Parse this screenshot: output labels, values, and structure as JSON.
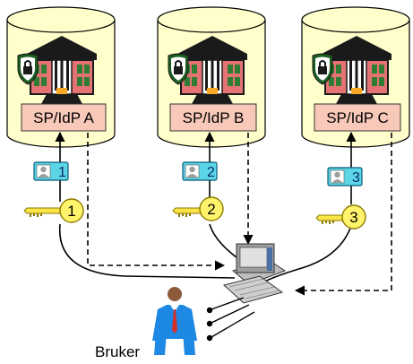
{
  "providers": [
    {
      "label": "SP/IdP A",
      "id_number": "1",
      "key_number": "1"
    },
    {
      "label": "SP/IdP B",
      "id_number": "2",
      "key_number": "2"
    },
    {
      "label": "SP/IdP C",
      "id_number": "3",
      "key_number": "3"
    }
  ],
  "user": {
    "label": "Bruker"
  },
  "colors": {
    "cylinder": "#ffffcc",
    "label_box": "#f8c8b8",
    "building_roof": "#1a1a1a",
    "building_wall": "#2e7d32",
    "shield": "#1b5e20",
    "id_badge": "#5cd6e6",
    "key_disc": "#fff36b",
    "suit": "#1e88e5",
    "tie": "#d32f2f"
  },
  "icons": [
    "database-cylinder-icon",
    "building-icon",
    "shield-lock-icon",
    "id-card-icon",
    "key-icon",
    "computer-icon",
    "user-icon"
  ]
}
